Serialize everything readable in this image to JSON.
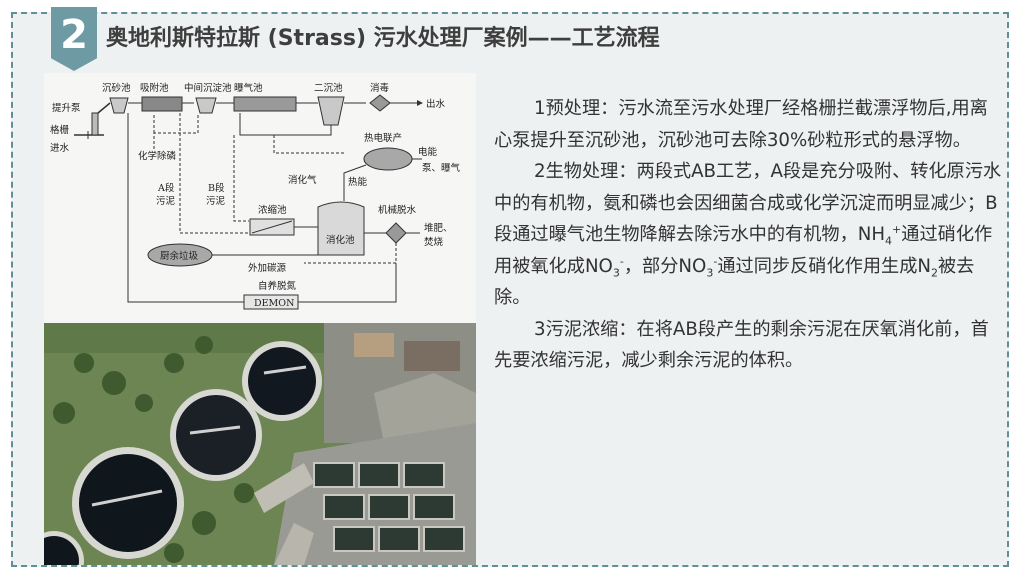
{
  "header": {
    "number": "2",
    "title": "奥地利斯特拉斯 (Strass) 污水处理厂案例——工艺流程"
  },
  "diagram": {
    "labels": {
      "lift_pump": "提升泵",
      "grid": "格栅",
      "inflow": "进水",
      "grit_tank": "沉砂池",
      "adsorption_tank": "吸附池",
      "intermediate_clarifier": "中间沉淀池",
      "aeration_tank": "曝气池",
      "secondary_clarifier": "二沉池",
      "disinfection": "消毒",
      "outflow": "出水",
      "chemical_p_removal": "化学除磷",
      "a_stage_sludge_1": "A段",
      "a_stage_sludge_2": "污泥",
      "b_stage_sludge_1": "B段",
      "b_stage_sludge_2": "污泥",
      "chp": "热电联产",
      "electricity": "电能",
      "pump_aeration": "泵、曝气",
      "biogas": "消化气",
      "heat": "热能",
      "thickener": "浓缩池",
      "digester": "消化池",
      "mech_dewatering": "机械脱水",
      "compost_1": "堆肥、",
      "compost_2": "焚烧",
      "kitchen_waste": "厨余垃圾",
      "external_carbon": "外加碳源",
      "autotrophic_n": "自养脱氮",
      "demon": "DEMON"
    }
  },
  "text": {
    "p1": "1预处理：污水流至污水处理厂经格栅拦截漂浮物后,用离心泵提升至沉砂池，沉砂池可去除30%砂粒形式的悬浮物。",
    "p2_a": "2生物处理：两段式AB工艺，A段是充分吸附、转化原污水中的有机物，氨和磷也会因细菌合成或化学沉淀而明显减少；B段通过曝气池生物降解去除污水中的有机物，NH",
    "p2_sub1": "4",
    "p2_sup1": "+",
    "p2_b": "通过硝化作用被氧化成NO",
    "p2_sub2": "3",
    "p2_sup2": "-",
    "p2_c": "，部分NO",
    "p2_sub3": "3",
    "p2_sup3": "-",
    "p2_d": "通过同步反硝化作用生成N",
    "p2_sub4": "2",
    "p2_e": "被去除。",
    "p3": "3污泥浓缩：在将AB段产生的剩余污泥在厌氧消化前，首先要浓缩污泥，减少剩余污泥的体积。"
  },
  "colors": {
    "accent": "#6e9aa3",
    "border": "#5f8f97",
    "background": "#eef1f2"
  }
}
